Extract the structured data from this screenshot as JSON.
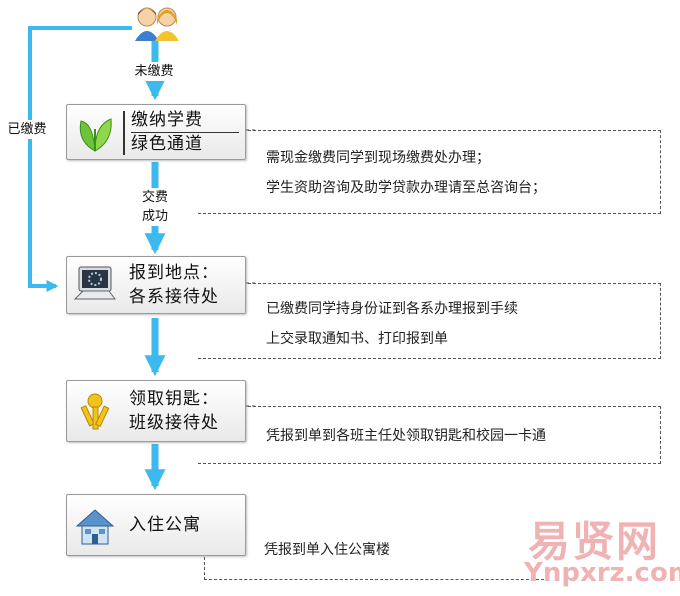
{
  "top_icon": "users-icon",
  "edges": {
    "unpaid": "未缴费",
    "paid": "已缴费",
    "pay_success_1": "交费",
    "pay_success_2": "成功"
  },
  "steps": [
    {
      "icon": "green-leaf-icon",
      "line1": "缴纳学费",
      "line2": "绿色通道"
    },
    {
      "icon": "computer-icon",
      "line1": "报到地点：",
      "line2": "各系接待处"
    },
    {
      "icon": "keys-icon",
      "line1": "领取钥匙：",
      "line2": "班级接待处"
    },
    {
      "icon": "house-icon",
      "line1": "入住公寓"
    }
  ],
  "notes": [
    [
      "需现金缴费同学到现场缴费处办理；",
      "学生资助咨询及助学贷款办理请至总咨询台；"
    ],
    [
      "已缴费同学持身份证到各系办理报到手续",
      "上交录取通知书、打印报到单"
    ],
    [
      "凭报到单到各班主任处领取钥匙和校园一卡通"
    ],
    [
      "凭报到单入住公寓楼"
    ]
  ],
  "watermark": {
    "line1": "易贤网",
    "line2": "Ynpxrz.com"
  },
  "colors": {
    "arrow": "#3cb9ee",
    "border": "#9a9a9a",
    "note_border": "#555555"
  }
}
